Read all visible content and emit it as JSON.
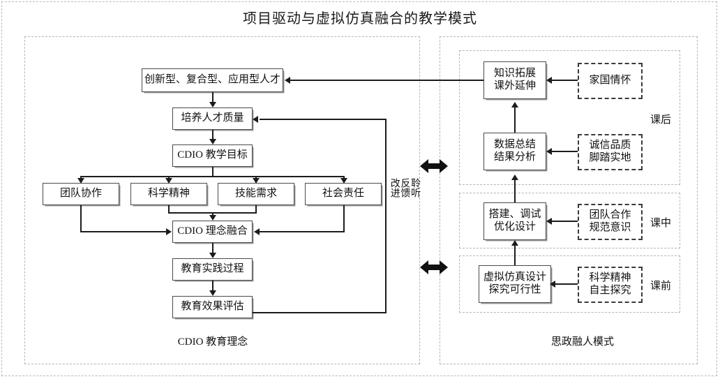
{
  "title": "项目驱动与虚拟仿真融合的教学模式",
  "left_panel": {
    "caption": "CDIO 教育理念",
    "nodes": {
      "talent": "创新型、复合型、应用型人才",
      "quality": "培养人才质量",
      "goal": "CDIO 教学目标",
      "teamwork": "团队协作",
      "science": "科学精神",
      "skill": "技能需求",
      "social": "社会责任",
      "fusion": "CDIO 理念融合",
      "practice": "教育实践过程",
      "evaluate": "教育效果评估"
    },
    "feedback_label": [
      "聆听",
      "反馈",
      "改进"
    ]
  },
  "right_panel": {
    "caption": "思政融人模式",
    "sections": [
      {
        "name": "课后",
        "rows": [
          {
            "task": "知识拓展\n课外延伸",
            "ideology": "家国情怀"
          },
          {
            "task": "数据总结\n结果分析",
            "ideology": "诚信品质\n脚踏实地"
          }
        ]
      },
      {
        "name": "课中",
        "rows": [
          {
            "task": "搭建、调试\n优化设计",
            "ideology": "团队合作\n规范意识"
          }
        ]
      },
      {
        "name": "课前",
        "rows": [
          {
            "task": "虚拟仿真设计\n探究可行性",
            "ideology": "科学精神\n自主探究"
          }
        ]
      }
    ]
  },
  "colors": {
    "box_border": "#4a4a4a",
    "frame_border": "#b5b5b5",
    "line": "#1c1c1c",
    "text": "#111111"
  }
}
